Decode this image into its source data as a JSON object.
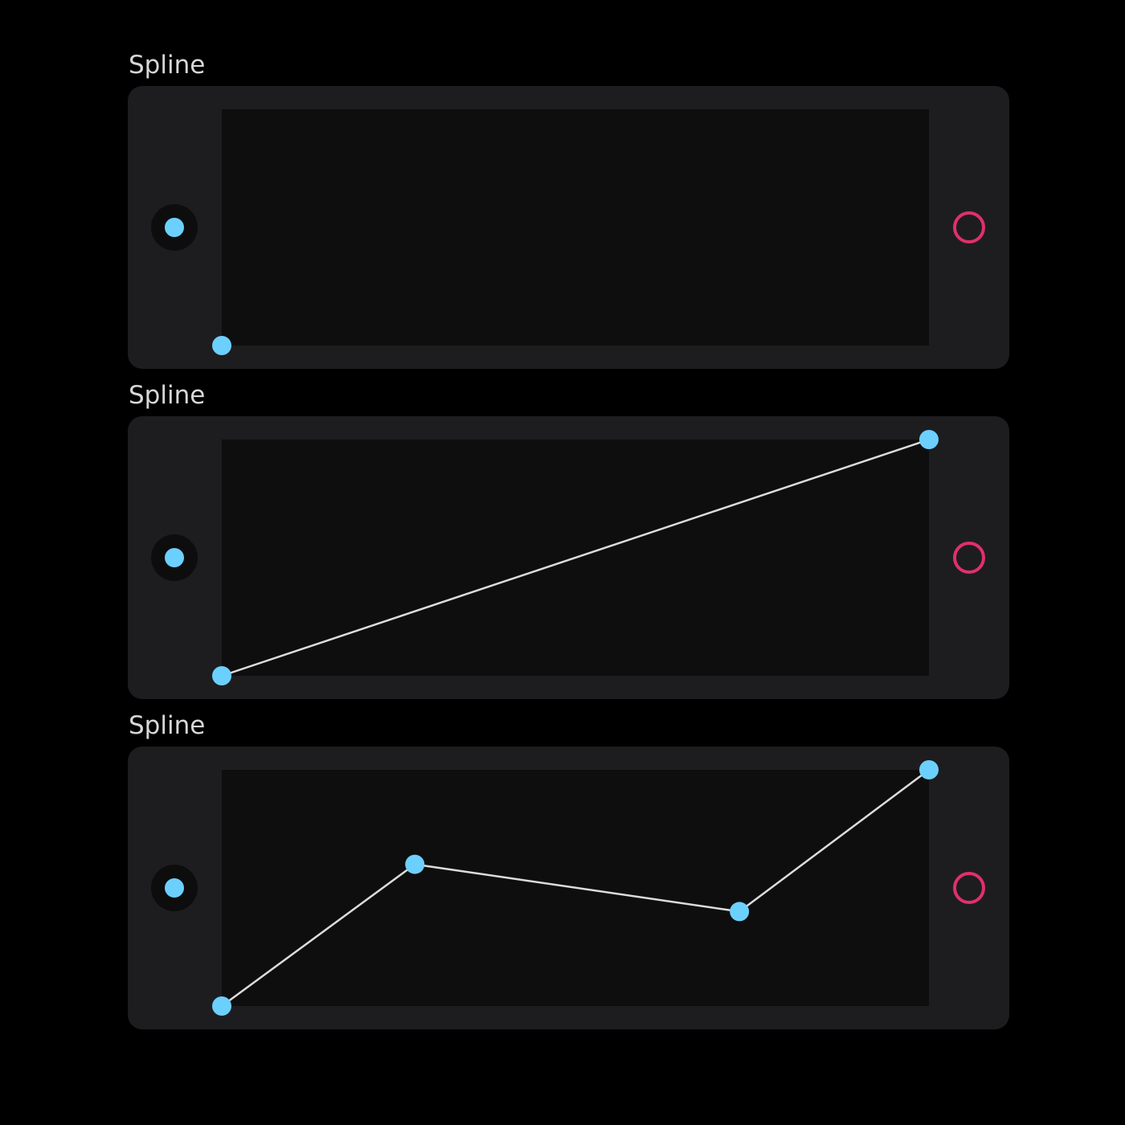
{
  "colors": {
    "background": "#000000",
    "panel": "#1d1d1f",
    "plot_area": "#0e0e0e",
    "port_well": "#0d0d0e",
    "point": "#6cd0ff",
    "line": "#dcdcdc",
    "output_port": "#e0306a",
    "title": "#d7d7d7"
  },
  "icons": {
    "input_port": "input-port-icon",
    "output_port": "output-port-icon",
    "control_point": "control-point-icon"
  },
  "splines": [
    {
      "title": "Spline",
      "points": [
        {
          "x": 0,
          "y": 0
        }
      ]
    },
    {
      "title": "Spline",
      "points": [
        {
          "x": 0,
          "y": 0
        },
        {
          "x": 1,
          "y": 1
        }
      ]
    },
    {
      "title": "Spline",
      "points": [
        {
          "x": 0,
          "y": 0
        },
        {
          "x": 0.273,
          "y": 0.6
        },
        {
          "x": 0.732,
          "y": 0.4
        },
        {
          "x": 1,
          "y": 1
        }
      ]
    }
  ]
}
